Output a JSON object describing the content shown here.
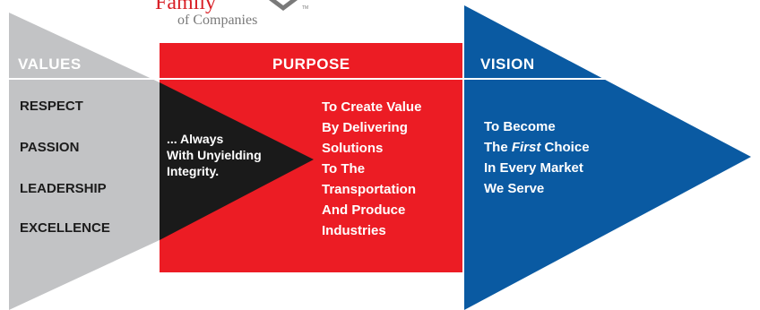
{
  "logo": {
    "line1": "Family",
    "line2": "of Companies",
    "mark": "TM",
    "color": "#d81f26"
  },
  "colors": {
    "values_gray": "#c2c3c5",
    "purpose_red": "#ec1c24",
    "integrity_black": "#1a1a1a",
    "vision_blue": "#0a5aa2",
    "divider": "#ffffff"
  },
  "values": {
    "header": "VALUES",
    "items": [
      "RESPECT",
      "PASSION",
      "LEADERSHIP",
      "EXCELLENCE"
    ]
  },
  "integrity": {
    "lines": [
      "... Always",
      "With Unyielding",
      "Integrity."
    ]
  },
  "purpose": {
    "header": "PURPOSE",
    "lines": [
      "To Create Value",
      "By Delivering",
      "Solutions",
      "To The",
      "Transportation",
      "And Produce",
      "Industries"
    ]
  },
  "vision": {
    "header": "VISION",
    "line1": "To Become",
    "line2_pre": "The ",
    "line2_em": "First",
    "line2_post": " Choice",
    "line3": "In Every Market",
    "line4": "We Serve"
  }
}
